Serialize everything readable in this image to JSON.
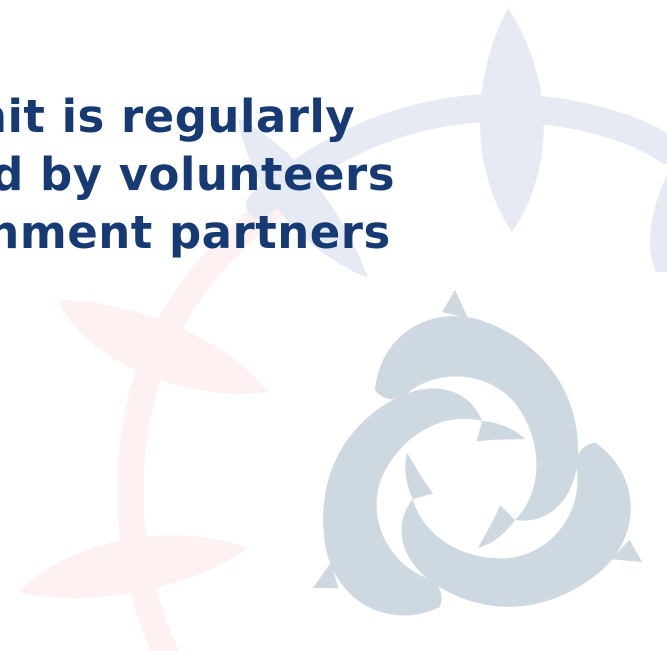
{
  "headline": {
    "lines": [
      "mit is regularly",
      "ed by volunteers",
      "chment partners"
    ]
  },
  "colors": {
    "headline": "#163a74",
    "branch_blue": "#e6ebf3",
    "branch_pink": "#fdf1f1",
    "fish": "#cdd8e0"
  },
  "icons": {
    "fish_emblem": "three-fish-triskelion-icon",
    "branch_top": "leafy-branch-icon",
    "branch_left": "leafy-branch-icon"
  }
}
